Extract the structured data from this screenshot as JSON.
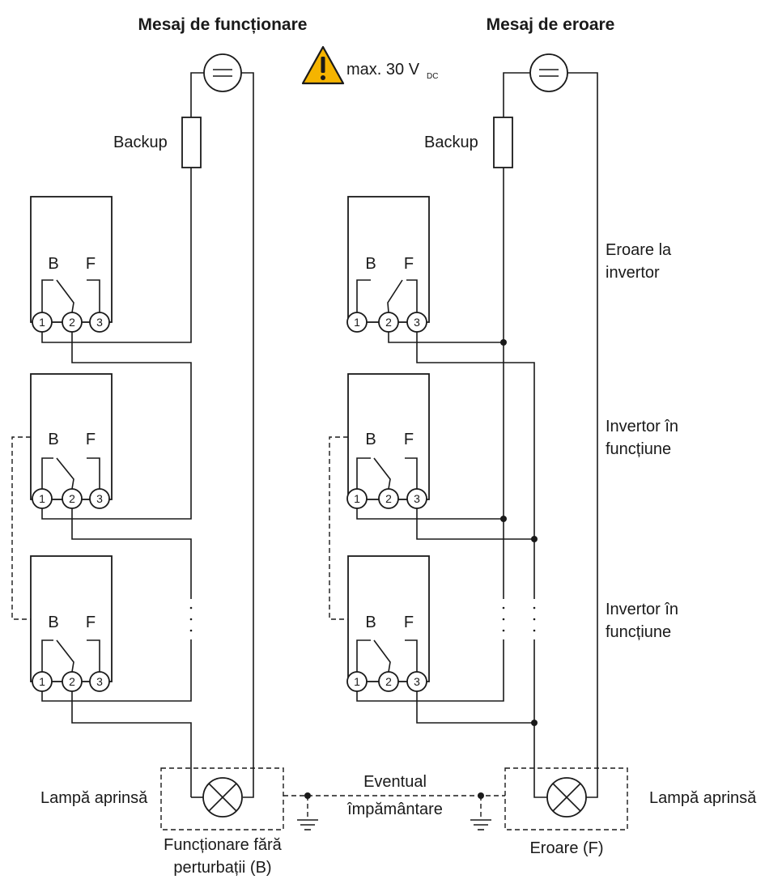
{
  "titles": {
    "left": "Mesaj de funcționare",
    "right": "Mesaj de eroare"
  },
  "warning": {
    "text": "max. 30 V",
    "subscript": "DC",
    "color": "#f5b400"
  },
  "backup_label": "Backup",
  "relay": {
    "contact_b": "B",
    "contact_f": "F",
    "terminals": [
      "1",
      "2",
      "3"
    ]
  },
  "right_side_labels": {
    "inverter_error_line1": "Eroare la",
    "inverter_error_line2": "invertor",
    "inverter_ok_line1": "Invertor în",
    "inverter_ok_line2": "funcțiune"
  },
  "lamp_lit": "Lampă aprinsă",
  "grounding": {
    "line1": "Eventual",
    "line2": "împământare"
  },
  "bottom_labels": {
    "left_line1": "Funcționare fără",
    "left_line2": "perturbații (B)",
    "right": "Eroare (F)"
  }
}
